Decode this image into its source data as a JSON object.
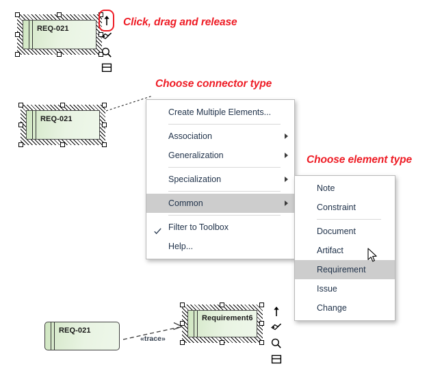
{
  "annotations": [
    {
      "id": "click-drag-release",
      "text": "Click, drag and release",
      "color": "#ee1c25"
    },
    {
      "id": "choose-connector-type",
      "text": "Choose connector type",
      "color": "#ee1c25"
    },
    {
      "id": "choose-element-type",
      "text": "Choose element type",
      "color": "#ee1c25"
    }
  ],
  "elements": {
    "source_top": {
      "name": "REQ-021",
      "selected": true
    },
    "source_middle": {
      "name": "REQ-021",
      "selected": true
    },
    "source_bottom": {
      "name": "REQ-021",
      "selected": false
    },
    "target_bottom": {
      "name": "Requirement6",
      "selected": true
    }
  },
  "connector": {
    "stereotype": "«trace»",
    "style": "dashed",
    "arrow": "open"
  },
  "quicklink_icons": [
    {
      "name": "quicklink-arrow-icon",
      "label": "Quick Linker",
      "highlighted": true
    },
    {
      "name": "quicklink-pen-icon",
      "label": "Quick Edit",
      "highlighted": false
    },
    {
      "name": "quicklink-magnifier-icon",
      "label": "Zoom",
      "highlighted": false
    },
    {
      "name": "quicklink-window-icon",
      "label": "Properties",
      "highlighted": false
    }
  ],
  "quicklink_icons_bottom": [
    {
      "name": "quicklink-arrow-icon",
      "label": "Quick Linker",
      "highlighted": false
    },
    {
      "name": "quicklink-pen-icon",
      "label": "Quick Edit",
      "highlighted": false
    },
    {
      "name": "quicklink-magnifier-icon",
      "label": "Zoom",
      "highlighted": false
    },
    {
      "name": "quicklink-window-icon",
      "label": "Properties",
      "highlighted": false
    }
  ],
  "connector_menu": {
    "items": [
      {
        "label": "Create Multiple Elements...",
        "submenu": false,
        "checked": false,
        "highlighted": false
      },
      {
        "separator": true
      },
      {
        "label": "Association",
        "submenu": true,
        "checked": false,
        "highlighted": false
      },
      {
        "label": "Generalization",
        "submenu": true,
        "checked": false,
        "highlighted": false
      },
      {
        "separator": true
      },
      {
        "label": "Specialization",
        "submenu": true,
        "checked": false,
        "highlighted": false
      },
      {
        "separator": true
      },
      {
        "label": "Common",
        "submenu": true,
        "checked": false,
        "highlighted": true
      },
      {
        "separator": true
      },
      {
        "label": "Filter to Toolbox",
        "submenu": false,
        "checked": true,
        "highlighted": false
      },
      {
        "label": "Help...",
        "submenu": false,
        "checked": false,
        "highlighted": false
      }
    ]
  },
  "element_menu": {
    "items": [
      {
        "label": "Note",
        "submenu": false,
        "checked": false,
        "highlighted": false
      },
      {
        "label": "Constraint",
        "submenu": false,
        "checked": false,
        "highlighted": false
      },
      {
        "separator": true
      },
      {
        "label": "Document",
        "submenu": false,
        "checked": false,
        "highlighted": false
      },
      {
        "label": "Artifact",
        "submenu": false,
        "checked": false,
        "highlighted": false
      },
      {
        "label": "Requirement",
        "submenu": false,
        "checked": false,
        "highlighted": true
      },
      {
        "label": "Issue",
        "submenu": false,
        "checked": false,
        "highlighted": false
      },
      {
        "label": "Change",
        "submenu": false,
        "checked": false,
        "highlighted": false
      }
    ]
  },
  "colors": {
    "annotation_red": "#ee1c25",
    "element_fill_light": "#eef7ea",
    "element_fill_dark": "#cfe6c0",
    "element_border": "#3f3f3f",
    "menu_text": "#20324a",
    "menu_highlight": "#cdcdcd",
    "menu_border": "#b9b9b9"
  }
}
